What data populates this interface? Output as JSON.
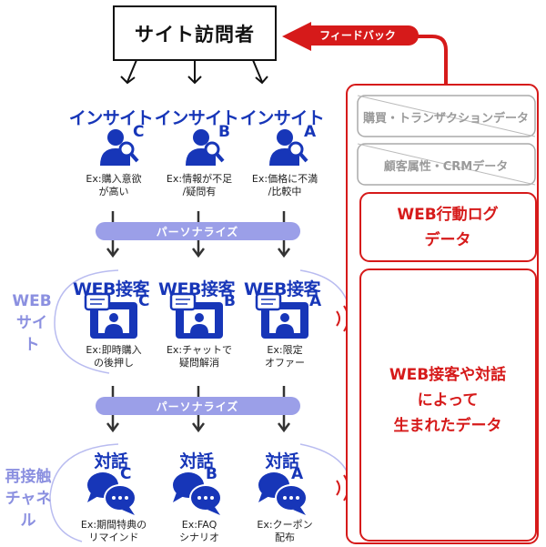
{
  "top": {
    "title": "サイト訪問者",
    "feedback": "フィードバック"
  },
  "insight": {
    "columns": [
      {
        "title": "インサイト",
        "letter": "C",
        "caption1": "Ex:購入意欲",
        "caption2": "が高い"
      },
      {
        "title": "インサイト",
        "letter": "B",
        "caption1": "Ex:情報が不足",
        "caption2": "/疑問有"
      },
      {
        "title": "インサイト",
        "letter": "A",
        "caption1": "Ex:価格に不満",
        "caption2": "/比較中"
      }
    ]
  },
  "personalize": {
    "label": "パーソナライズ"
  },
  "web": {
    "side1": "WEB",
    "side2": "サイト",
    "columns": [
      {
        "title": "WEB接客",
        "letter": "C",
        "caption1": "Ex:即時購入",
        "caption2": "の後押し"
      },
      {
        "title": "WEB接客",
        "letter": "B",
        "caption1": "Ex:チャットで",
        "caption2": "疑問解消"
      },
      {
        "title": "WEB接客",
        "letter": "A",
        "caption1": "Ex:限定",
        "caption2": "オファー"
      }
    ]
  },
  "channel": {
    "side1": "再接触",
    "side2": "チャネル",
    "columns": [
      {
        "title": "対話",
        "letter": "C",
        "caption1": "Ex:期間特典の",
        "caption2": "リマインド"
      },
      {
        "title": "対話",
        "letter": "B",
        "caption1": "Ex:FAQ",
        "caption2": "シナリオ"
      },
      {
        "title": "対話",
        "letter": "A",
        "caption1": "Ex:クーポン",
        "caption2": "配布"
      }
    ]
  },
  "data_panel": {
    "gray1": "購買・トランザクションデータ",
    "gray2": "顧客属性・CRMデータ",
    "red1_line1": "WEB行動ログ",
    "red1_line2": "データ",
    "red2_line1": "WEB接客や対話",
    "red2_line2": "によって",
    "red2_line3": "生まれたデータ"
  },
  "colors": {
    "blue": "#1736b8",
    "red": "#d61a1a",
    "lavender": "#9b9fe8",
    "gray": "#9a9a9a"
  }
}
